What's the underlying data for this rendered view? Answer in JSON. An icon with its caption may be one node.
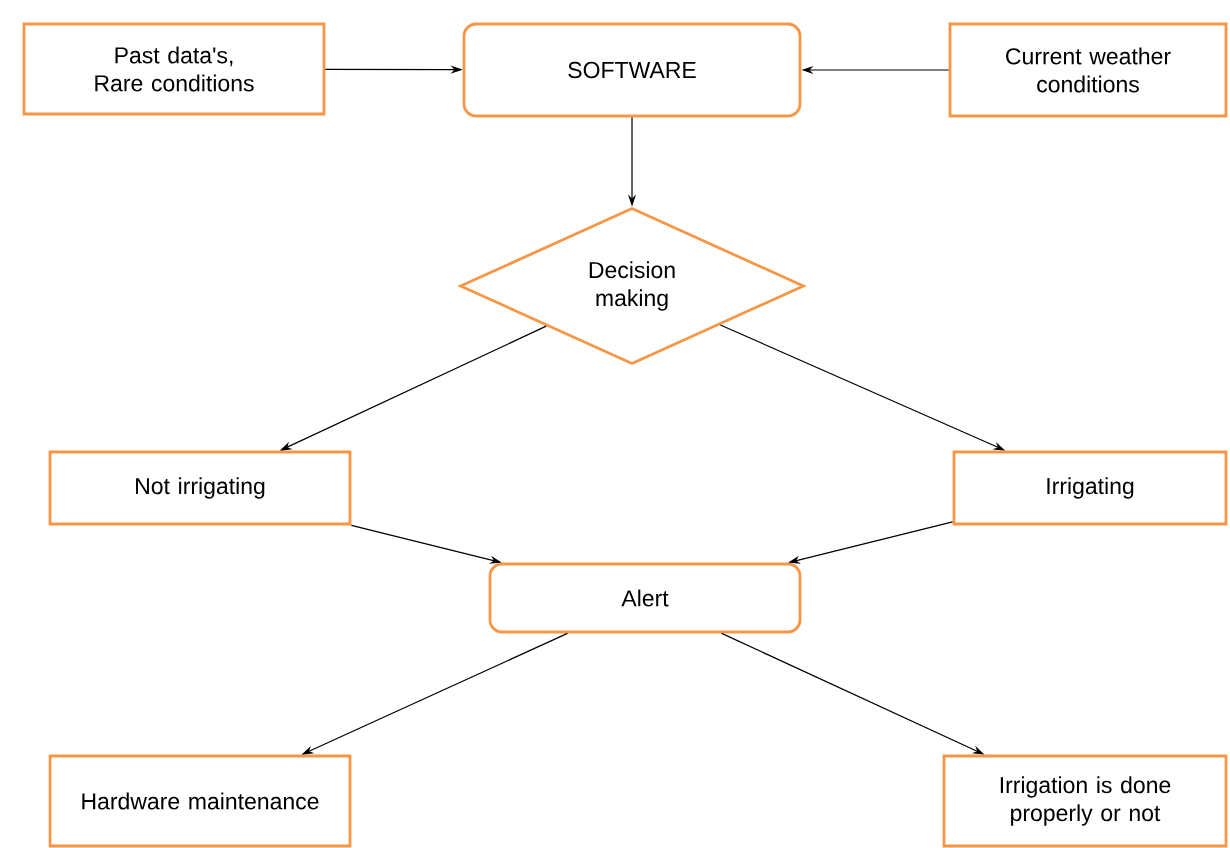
{
  "diagram": {
    "nodes": [
      {
        "text": [
          "Past data's, Rare conditions"
        ]
      },
      {
        "text": [
          "SOFTWARE"
        ]
      },
      {
        "text": [
          "Current weather conditions"
        ]
      },
      {
        "text": [
          "Decision making"
        ]
      },
      {
        "text": [
          "Not irrigating"
        ]
      },
      {
        "text": [
          "Irrigating"
        ]
      },
      {
        "text": [
          "Alert"
        ]
      },
      {
        "text": [
          "Hardware maintenance"
        ]
      },
      {
        "text": [
          "Irrigation is done properly or not"
        ]
      }
    ],
    "edges": [
      {
        "from": 0,
        "to": 1,
        "arrow": "to"
      },
      {
        "from": 2,
        "to": 1,
        "arrow": "to"
      },
      {
        "from": 1,
        "to": 3,
        "arrow": "to"
      },
      {
        "from": 3,
        "to": 4,
        "arrow": "to"
      },
      {
        "from": 3,
        "to": 5,
        "arrow": "to"
      },
      {
        "from": 4,
        "to": 6,
        "arrow": "to"
      },
      {
        "from": 5,
        "to": 6,
        "arrow": "to"
      },
      {
        "from": 6,
        "to": 7,
        "arrow": "to"
      },
      {
        "from": 6,
        "to": 8,
        "arrow": "to"
      }
    ]
  }
}
